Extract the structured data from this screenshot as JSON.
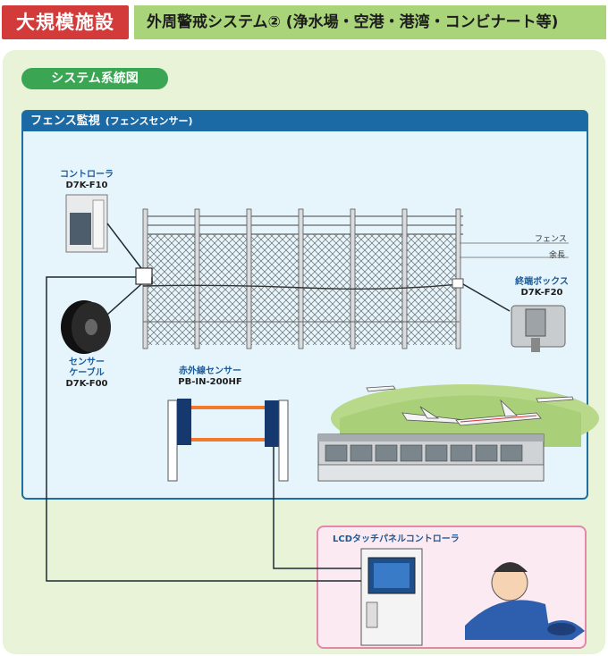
{
  "header": {
    "badge": "大規模施設",
    "title": "外周警戒システム② (浄水場・空港・港湾・コンビナート等)"
  },
  "section": {
    "pill": "システム系統図"
  },
  "fence_panel": {
    "title": "フェンス監視",
    "subtitle": "(フェンスセンサー)"
  },
  "devices": {
    "controller": {
      "name": "コントローラ",
      "model": "D7K-F10"
    },
    "cable": {
      "name_line1": "センサー",
      "name_line2": "ケーブル",
      "model": "D7K-F00"
    },
    "ir_sensor": {
      "name": "赤外線センサー",
      "model": "PB-IN-200HF"
    },
    "terminal_box": {
      "name": "終端ボックス",
      "model": "D7K-F20"
    },
    "lcd": {
      "name": "LCDタッチパネルコントローラ"
    }
  },
  "fence_labels": {
    "fence": "フェンス",
    "spare": "余長"
  },
  "colors": {
    "badge": "#d33a3a",
    "header": "#a9d47a",
    "panel_blue": "#1b6aa5",
    "pill_green": "#3aa653",
    "pink": "#e488a9",
    "beam": "#f27a2a"
  }
}
